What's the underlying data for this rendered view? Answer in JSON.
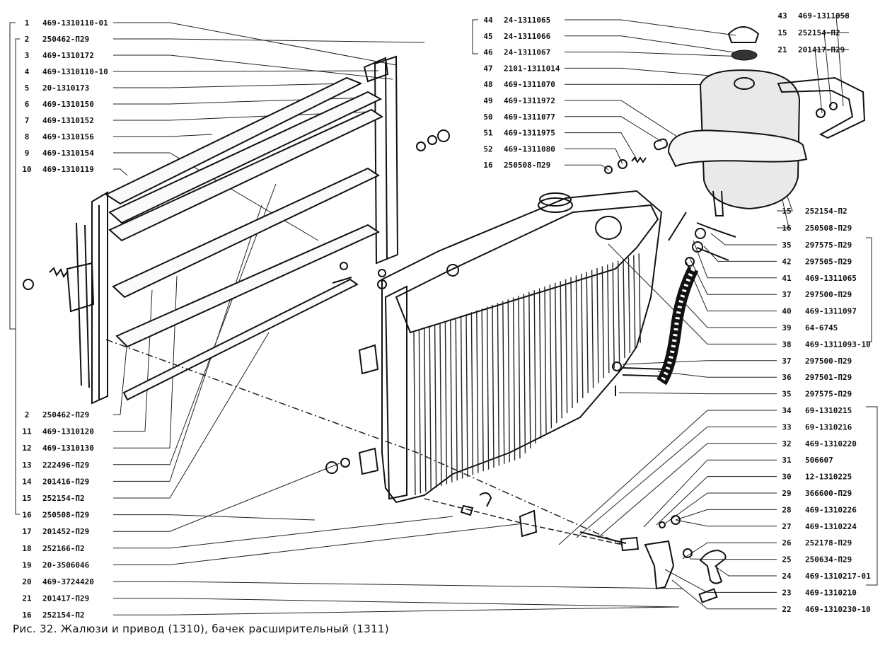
{
  "caption": "Рис. 32. Жалюзи и привод (1310), бачек расширительный (1311)",
  "left_callouts": [
    {
      "num": "1",
      "code": "469-1310110-01"
    },
    {
      "num": "2",
      "code": "250462-П29"
    },
    {
      "num": "3",
      "code": "469-1310172"
    },
    {
      "num": "4",
      "code": "469-1310110-10"
    },
    {
      "num": "5",
      "code": "20-1310173"
    },
    {
      "num": "6",
      "code": "469-1310150"
    },
    {
      "num": "7",
      "code": "469-1310152"
    },
    {
      "num": "8",
      "code": "469-1310156"
    },
    {
      "num": "9",
      "code": "469-1310154"
    },
    {
      "num": "10",
      "code": "469-1310119"
    },
    {
      "num": "2",
      "code": "250462-П29"
    },
    {
      "num": "11",
      "code": "469-1310120"
    },
    {
      "num": "12",
      "code": "469-1310130"
    },
    {
      "num": "13",
      "code": "222496-П29"
    },
    {
      "num": "14",
      "code": "201416-П29"
    },
    {
      "num": "15",
      "code": "252154-П2"
    },
    {
      "num": "16",
      "code": "250508-П29"
    },
    {
      "num": "17",
      "code": "201452-П29"
    },
    {
      "num": "18",
      "code": "252166-П2"
    },
    {
      "num": "19",
      "code": "20-3506046"
    },
    {
      "num": "20",
      "code": "469-3724420"
    },
    {
      "num": "21",
      "code": "201417-П29"
    },
    {
      "num": "16",
      "code": "252154-П2"
    }
  ],
  "middle_callouts": [
    {
      "num": "44",
      "code": "24-1311065"
    },
    {
      "num": "45",
      "code": "24-1311066"
    },
    {
      "num": "46",
      "code": "24-1311067"
    },
    {
      "num": "47",
      "code": "2101-1311014"
    },
    {
      "num": "48",
      "code": "469-1311070"
    },
    {
      "num": "49",
      "code": "469-1311972"
    },
    {
      "num": "50",
      "code": "469-1311077"
    },
    {
      "num": "51",
      "code": "469-1311975"
    },
    {
      "num": "52",
      "code": "469-1311080"
    },
    {
      "num": "16",
      "code": "250508-П29"
    }
  ],
  "top_right_callouts": [
    {
      "num": "43",
      "code": "469-1311058"
    },
    {
      "num": "15",
      "code": "252154-П2"
    },
    {
      "num": "21",
      "code": "201417-П29"
    }
  ],
  "right_callouts": [
    {
      "num": "15",
      "code": "252154-П2"
    },
    {
      "num": "16",
      "code": "250508-П29"
    },
    {
      "num": "35",
      "code": "297575-П29"
    },
    {
      "num": "42",
      "code": "297505-П29"
    },
    {
      "num": "41",
      "code": "469-1311065"
    },
    {
      "num": "37",
      "code": "297500-П29"
    },
    {
      "num": "40",
      "code": "469-1311097"
    },
    {
      "num": "39",
      "code": "64-6745"
    },
    {
      "num": "38",
      "code": "469-1311093-10"
    },
    {
      "num": "37",
      "code": "297500-П29"
    },
    {
      "num": "36",
      "code": "297501-П29"
    },
    {
      "num": "35",
      "code": "297575-П29"
    },
    {
      "num": "34",
      "code": "69-1310215"
    },
    {
      "num": "33",
      "code": "69-1310216"
    },
    {
      "num": "32",
      "code": "469-1310220"
    },
    {
      "num": "31",
      "code": "506607"
    },
    {
      "num": "30",
      "code": "12-1310225"
    },
    {
      "num": "29",
      "code": "366600-П29"
    },
    {
      "num": "28",
      "code": "469-1310226"
    },
    {
      "num": "27",
      "code": "469-1310224"
    },
    {
      "num": "26",
      "code": "252178-П29"
    },
    {
      "num": "25",
      "code": "250634-П29"
    },
    {
      "num": "24",
      "code": "469-1310217-01"
    },
    {
      "num": "23",
      "code": "469-1310210"
    },
    {
      "num": "22",
      "code": "469-1310230-10"
    }
  ]
}
